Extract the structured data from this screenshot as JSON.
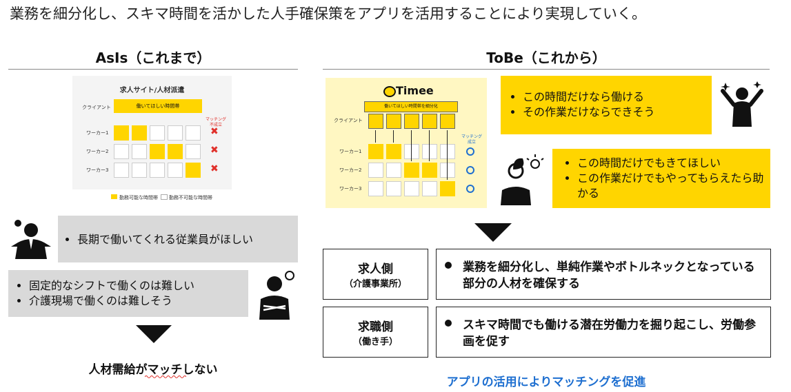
{
  "title": "業務を細分化し、スキマ時間を活かした人手確保策をアプリを活用することにより実現していく。",
  "asis": {
    "heading": "AsIs（これまで）",
    "panel": {
      "title": "求人サイト/人材派遣",
      "client_label": "クライアント",
      "client_bar": "働いてほしい時間帯",
      "workers": [
        "ワーカー1",
        "ワーカー2",
        "ワーカー3"
      ],
      "match_label": "マッチング\n不成立",
      "legend_available": "勤務可能な時間帯",
      "legend_unavailable": "勤務不可能な時間帯",
      "worker_availability": [
        [
          1,
          1,
          0,
          0,
          0
        ],
        [
          0,
          0,
          1,
          1,
          0
        ],
        [
          0,
          0,
          0,
          0,
          1
        ]
      ]
    },
    "employer_bullet": "長期で働いてくれる従業員がほしい",
    "worker_bullets": [
      "固定的なシフトで働くのは難しい",
      "介護現場で働くのは難しそう"
    ],
    "result": "人材需給がマッチしない"
  },
  "tobe": {
    "heading": "ToBe（これから）",
    "panel": {
      "logo": "Timee",
      "client_label": "クライアント",
      "client_bar": "働いてほしい時間帯を細分化",
      "workers": [
        "ワーカー1",
        "ワーカー2",
        "ワーカー3"
      ],
      "match_label": "マッチング\n成立",
      "worker_availability": [
        [
          1,
          1,
          0,
          0,
          0
        ],
        [
          0,
          0,
          1,
          1,
          0
        ],
        [
          0,
          0,
          0,
          0,
          1
        ]
      ]
    },
    "worker_bullets": [
      "この時間だけなら働ける",
      "その作業だけならできそう"
    ],
    "employer_bullets": [
      "この時間だけでもきてほしい",
      "この作業だけでもやってもらえたら助かる"
    ],
    "rows": [
      {
        "title": "求人側",
        "sub": "（介護事業所）",
        "text": "業務を細分化し、単純作業やボトルネックとなっている部分の人材を確保する"
      },
      {
        "title": "求職側",
        "sub": "（働き手）",
        "text": "スキマ時間でも働ける潜在労働力を掘り起こし、労働参画を促す"
      }
    ],
    "result": "アプリの活用によりマッチングを促進"
  },
  "colors": {
    "accent_yellow": "#FFD500",
    "grey_box": "#D9D9D9",
    "blue_text": "#1E6FD0",
    "mismatch_red": "#E0302A"
  }
}
